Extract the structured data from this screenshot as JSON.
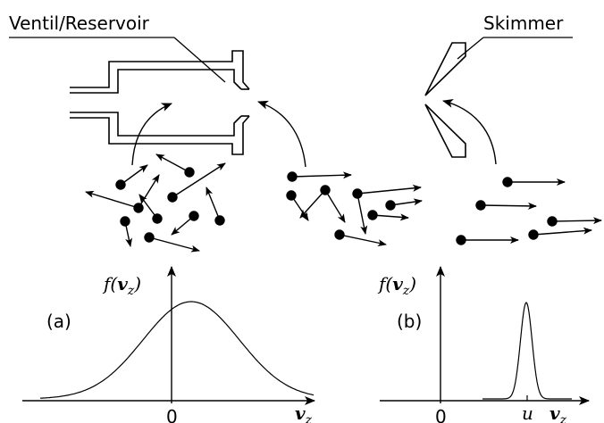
{
  "labels": {
    "reservoir": "Ventil/Reservoir",
    "skimmer": "Skimmer"
  },
  "panels": [
    {
      "id": "a",
      "tag": "(a)",
      "y_label": "f(v z)",
      "y_fn": "f(",
      "y_var": "v",
      "y_sub": "z",
      "y_close": ")",
      "x_var": "v",
      "x_sub": "z",
      "origin_tick": "0",
      "distribution": "broad"
    },
    {
      "id": "b",
      "tag": "(b)",
      "y_fn": "f(",
      "y_var": "v",
      "y_sub": "z",
      "y_close": ")",
      "x_var": "v",
      "x_sub": "z",
      "origin_tick": "0",
      "peak_tick": "u",
      "distribution": "narrow"
    }
  ]
}
